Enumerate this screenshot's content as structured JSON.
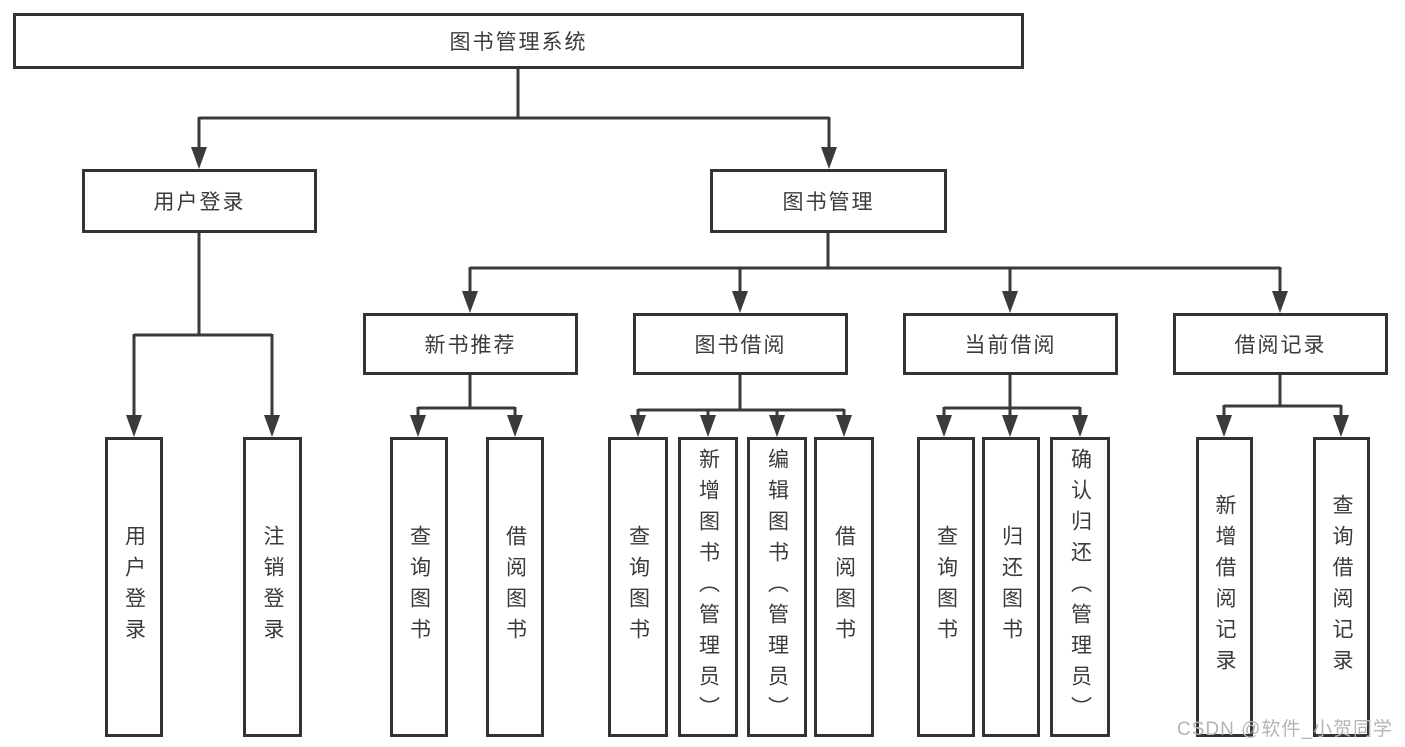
{
  "diagram": {
    "root": {
      "label": "图书管理系统"
    },
    "level2": [
      {
        "label": "用户登录"
      },
      {
        "label": "图书管理"
      }
    ],
    "level3": [
      {
        "label": "新书推荐"
      },
      {
        "label": "图书借阅"
      },
      {
        "label": "当前借阅"
      },
      {
        "label": "借阅记录"
      }
    ],
    "leaves": {
      "user_login": [
        {
          "label": "用户登录"
        },
        {
          "label": "注销登录"
        }
      ],
      "new_book_recommendation": [
        {
          "label": "查询图书"
        },
        {
          "label": "借阅图书"
        }
      ],
      "book_borrowing": [
        {
          "label": "查询图书"
        },
        {
          "label": "新增图书（管理员）"
        },
        {
          "label": "编辑图书（管理员）"
        },
        {
          "label": "借阅图书"
        }
      ],
      "current_borrowing": [
        {
          "label": "查询图书"
        },
        {
          "label": "归还图书"
        },
        {
          "label": "确认归还（管理员）"
        }
      ],
      "borrowing_records": [
        {
          "label": "新增借阅记录"
        },
        {
          "label": "查询借阅记录"
        }
      ]
    },
    "watermark": "CSDN @软件_小贺同学",
    "colors": {
      "line": "#3a3a3a",
      "box_border": "#333333",
      "text": "#3b3b3b",
      "watermark": "#b5b5b5",
      "background": "#ffffff"
    }
  }
}
